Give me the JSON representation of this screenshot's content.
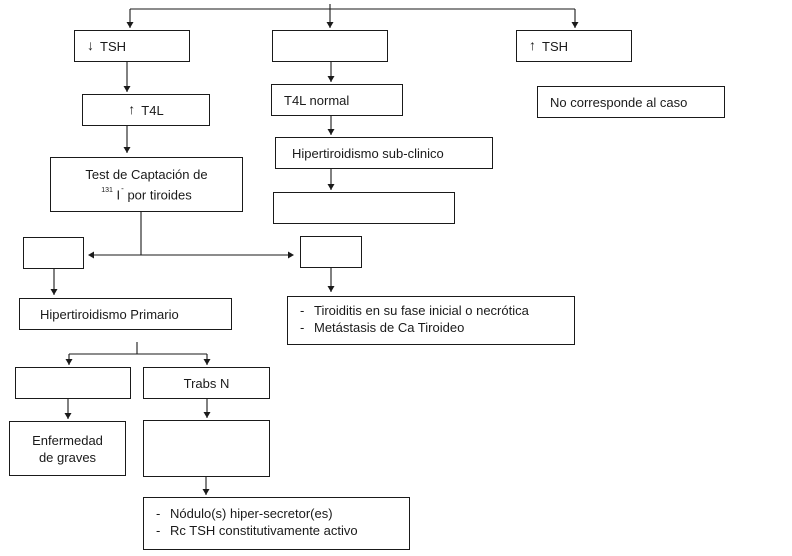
{
  "nodes": {
    "tsh_low": {
      "arrow": "↓",
      "label": "TSH"
    },
    "blank_top_middle": "",
    "tsh_high": {
      "arrow": "↑",
      "label": "TSH"
    },
    "t4l_high": {
      "arrow": "↑",
      "label": "T4L"
    },
    "t4l_normal": "T4L normal",
    "not_this_case": "No corresponde al caso",
    "subclinical": "Hipertiroidismo sub-clinico",
    "blank_subclinical_result": "",
    "uptake_test": {
      "line1": "Test de Captación de",
      "isotope": "131",
      "element": "I",
      "charge": "-",
      "line2_rest": " por tiroides"
    },
    "blank_uptake_left": "",
    "blank_uptake_right": "",
    "primary": "Hipertiroidismo Primario",
    "thyroiditis_list": [
      "Tiroiditis en su fase inicial o necrótica",
      "Metástasis de Ca Tiroideo"
    ],
    "blank_primary_left": "",
    "trabs": "Trabs N",
    "graves": {
      "line1": "Enfermedad",
      "line2": "de graves"
    },
    "blank_trabs_result": "",
    "nodule_list": [
      "Nódulo(s) hiper-secretor(es)",
      "Rc TSH constitutivamente activo"
    ]
  },
  "colors": {
    "line": "#1a1a1a",
    "box_border": "#1a1a1a",
    "background": "#ffffff"
  }
}
